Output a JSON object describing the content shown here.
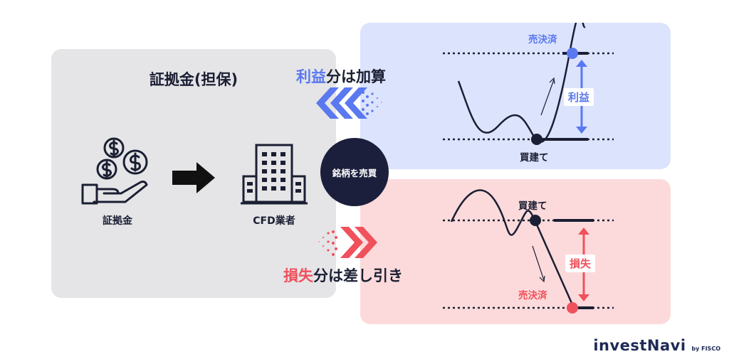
{
  "panel": {
    "title": "証拠金(担保)",
    "deposit_label": "証拠金",
    "broker_label": "CFD業者"
  },
  "center": {
    "label": "銘柄を売買"
  },
  "profit_caption": {
    "highlight": "利益",
    "rest": "分は加算"
  },
  "loss_caption": {
    "highlight": "損失",
    "rest": "分は差し引き"
  },
  "profit_chart": {
    "buy_label": "買建て",
    "sell_label": "売決済",
    "diff_label": "利益"
  },
  "loss_chart": {
    "buy_label": "買建て",
    "sell_label": "売決済",
    "diff_label": "損失"
  },
  "logo": {
    "main": "investNavi",
    "sub": "by FISCO"
  },
  "colors": {
    "profit": "#5a78ef",
    "loss": "#f0515c",
    "dark": "#1b1f3c",
    "gray_panel": "#e5e5e7",
    "blue_panel": "#dce3fc",
    "red_panel": "#fcdadb"
  },
  "icons": [
    "coins-hand-icon",
    "arrow-right-icon",
    "building-icon",
    "chevron-left-icon",
    "chevron-right-icon",
    "up-down-arrow-icon"
  ]
}
